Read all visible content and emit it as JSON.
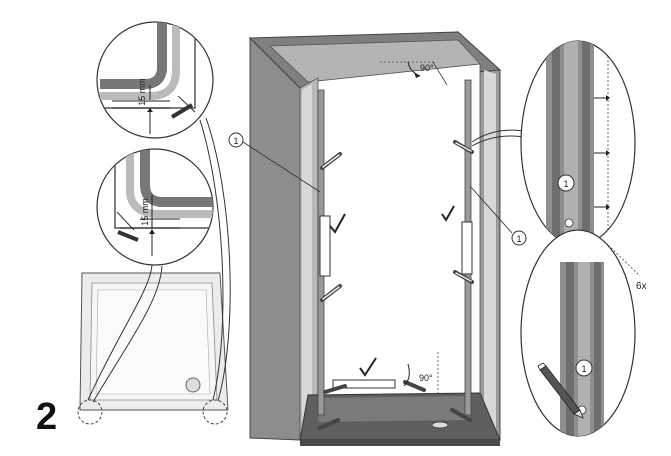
{
  "step_number": "2",
  "detail_top": {
    "dimension": "15 mm"
  },
  "detail_middle": {
    "dimension": "15 mm"
  },
  "callouts": {
    "left": "1",
    "right": "1",
    "profile_upper": "1",
    "profile_lower": "1"
  },
  "angles": {
    "top": "90°",
    "bottom": "90°"
  },
  "quantity": "6x",
  "colors": {
    "wall": "#8b8b8e",
    "wall_dark": "#6f6f72",
    "tray": "#e6e6e6",
    "profile": "#9a9a9c",
    "line": "#333333"
  }
}
